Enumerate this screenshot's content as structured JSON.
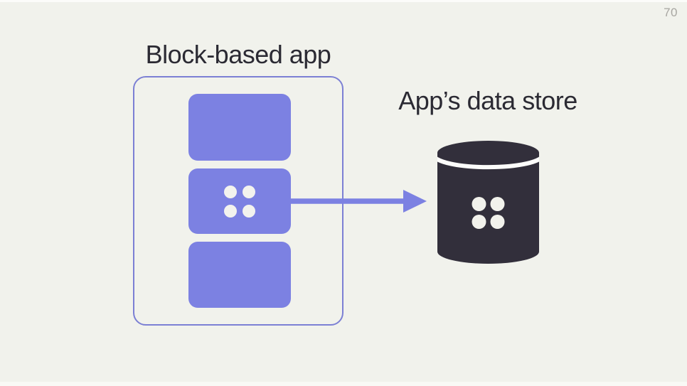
{
  "slide": {
    "page_number": "70",
    "colors": {
      "background": "#f1f2ec",
      "accent_purple": "#7c81e2",
      "outline_purple": "#7c80d4",
      "cylinder_dark": "#322f3b",
      "title_text": "#2b2a33",
      "page_number_gray": "#a7a6a1",
      "dot_white": "#f3f3ee"
    }
  },
  "diagram": {
    "block_app": {
      "title": "Block-based app",
      "blocks": [
        {
          "has_dots": false
        },
        {
          "has_dots": true
        },
        {
          "has_dots": false
        }
      ]
    },
    "arrow": {
      "direction": "right",
      "from": "app block with data dots",
      "to": "database cylinder"
    },
    "data_store": {
      "title": "App’s data store",
      "icon": "database-cylinder-icon"
    }
  }
}
